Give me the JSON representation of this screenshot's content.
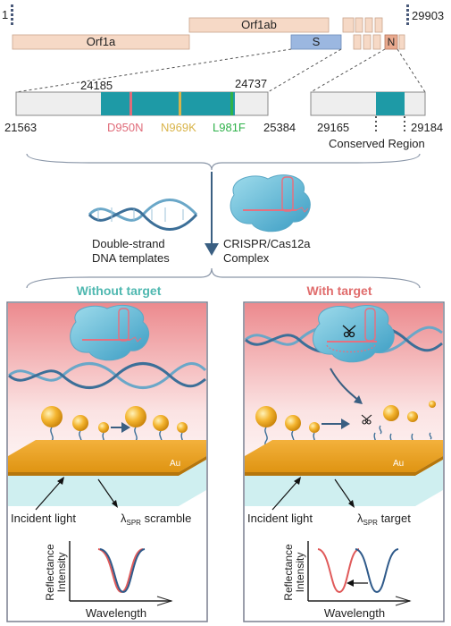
{
  "genome": {
    "start_label": "1",
    "end_label": "29903",
    "genes": {
      "orf1a": "Orf1a",
      "orf1ab": "Orf1ab",
      "s": "S",
      "n": "N"
    }
  },
  "s_detail": {
    "left_label": "21563",
    "right_label": "25384",
    "region_start": "24185",
    "region_end": "24737",
    "mutations": [
      {
        "label": "D950N",
        "color": "#e06c7a"
      },
      {
        "label": "N969K",
        "color": "#d9b44a"
      },
      {
        "label": "L981F",
        "color": "#2fb24a"
      }
    ]
  },
  "n_detail": {
    "left_label": "29165",
    "right_label": "29184",
    "conserved_label": "Conserved Region"
  },
  "reagents": {
    "dna_label_1": "Double-strand",
    "dna_label_2": "DNA templates",
    "crispr_label_1": "CRISPR/Cas12a",
    "crispr_label_2": "Complex"
  },
  "panels": {
    "without": {
      "title": "Without target",
      "title_color": "#4fb8b0",
      "au": "Au",
      "incident": "Incident light",
      "lambda": "λ",
      "lambda_sub": "SPR",
      "lambda_suffix": " scramble",
      "y_axis_1": "Reflectance",
      "y_axis_2": "Intensity",
      "x_axis": "Wavelength"
    },
    "with": {
      "title": "With target",
      "title_color": "#e06c6c",
      "au": "Au",
      "incident": "Incident light",
      "lambda": "λ",
      "lambda_sub": "SPR",
      "lambda_suffix": " target",
      "y_axis_1": "Reflectance",
      "y_axis_2": "Intensity",
      "x_axis": "Wavelength"
    }
  },
  "colors": {
    "gene_box": "#f6d9c6",
    "gene_stroke": "#c9a48c",
    "s_box": "#9bb7e0",
    "n_box": "#e9a98e",
    "teal": "#1e9aa6",
    "panel_top": "#ec8a8e",
    "gold": "#e8a21a",
    "glass": "#cfeff0",
    "curve_red": "#e05a5a",
    "curve_blue": "#2f5a8a"
  }
}
